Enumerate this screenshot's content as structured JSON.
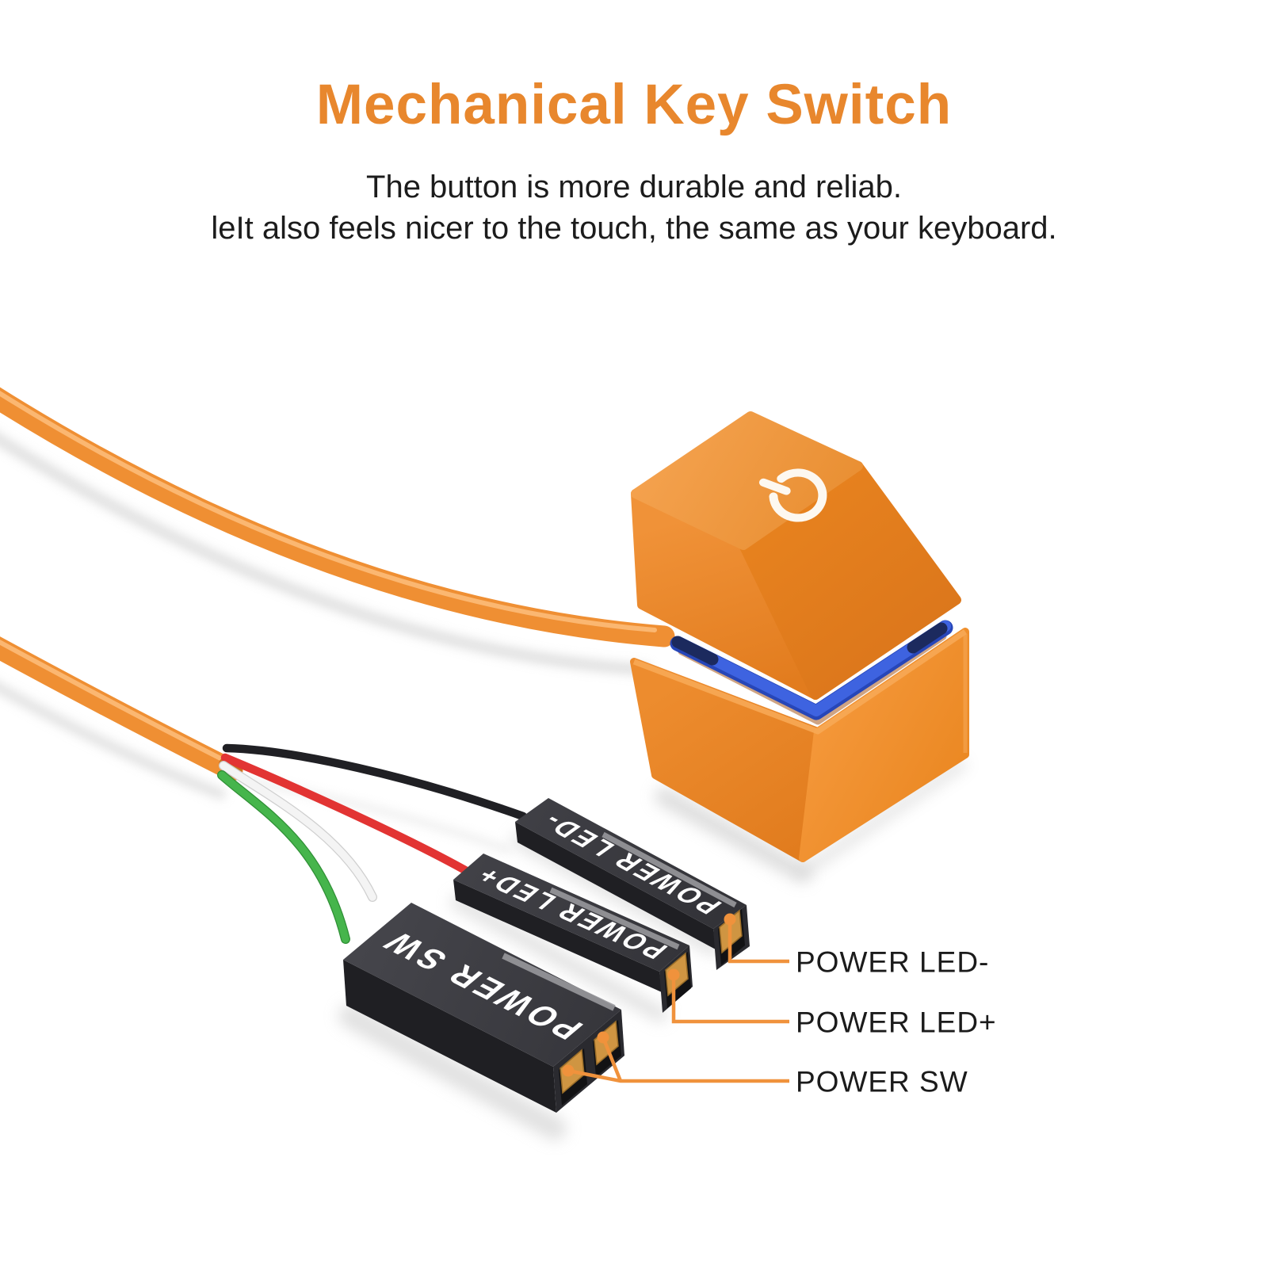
{
  "header": {
    "title": "Mechanical Key Switch",
    "subtitle_line1": "The button is more durable and reliab.",
    "subtitle_line2": "leIt also feels nicer to the touch, the same as your keyboard."
  },
  "switch_assembly": {
    "keycap_icon": "power-icon",
    "keycap_color": "#EE8E31",
    "switch_housing_color": "#3E63E0",
    "base_color": "#EA8A2D",
    "cable_color": "#EF8F33"
  },
  "connectors": [
    {
      "label": "POWER SW",
      "pins": 2,
      "wire_colors": [
        "#46B54C",
        "#F4F4F4"
      ]
    },
    {
      "label": "POWER LED+",
      "pins": 1,
      "wire_colors": [
        "#E23433"
      ]
    },
    {
      "label": "POWER LED-",
      "pins": 1,
      "wire_colors": [
        "#202024"
      ]
    }
  ],
  "callouts": [
    {
      "label": "POWER LED-"
    },
    {
      "label": "POWER LED+"
    },
    {
      "label": "POWER SW"
    }
  ],
  "colors": {
    "title_orange": "#E8872D",
    "callout_line": "#F0923C",
    "label_text": "#1B1B1B",
    "connector_text": "#FFFFFF",
    "connector_body": "#38383C",
    "pin_gold": "#CF9542"
  }
}
